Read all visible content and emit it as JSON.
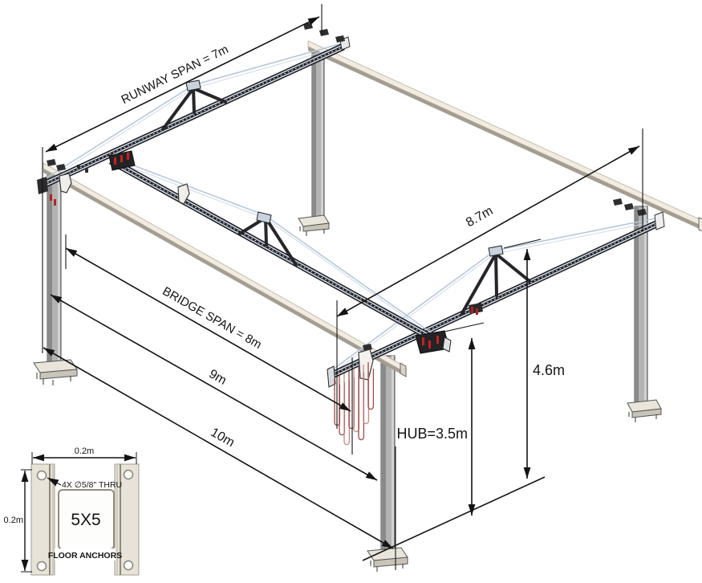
{
  "dimensions": {
    "runway_span": "RUNWAY SPAN = 7m",
    "runway_overall_length": "8.7m",
    "bridge_span": "BRIDGE SPAN = 8m",
    "span_9m": "9m",
    "span_10m": "10m",
    "overall_height": "4.6m",
    "hub_height": "HUB=3.5m"
  },
  "floor_anchor_detail": {
    "plate_width": "0.2m",
    "plate_height": "0.2m",
    "hole_callout": "4X ∅5/8\" THRU",
    "column_label": "5X5",
    "caption": "FLOOR ANCHORS"
  },
  "colors": {
    "dimension_lines": "#141414",
    "column_gray": "#b3b3b3",
    "column_shadow": "#8a8a8a",
    "header_beam_cream": "#f1ecdf",
    "header_beam_shadow": "#a49e92",
    "track_dark": "#1b1b1e",
    "track_stripe_blue": "#ccd6e4",
    "cable_blue": "#b7c7db",
    "festoon_red": "#9d4b47",
    "accent_red": "#c42222",
    "anchor_plate_beige": "#e7e3d8"
  }
}
